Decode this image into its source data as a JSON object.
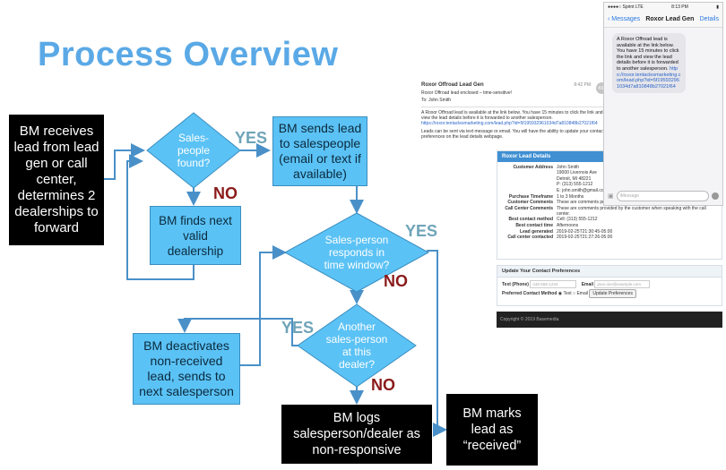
{
  "title": "Process Overview",
  "flow": {
    "receive": "BM receives lead from lead gen or call center, determines 2 dealerships to forward",
    "salespeople_found": "Sales-people found?",
    "send_lead": "BM sends lead to salespeople (email or text if available)",
    "find_next": "BM finds next valid dealership",
    "responds": "Sales-person responds in time window?",
    "another": "Another sales-person at this dealer?",
    "deactivate": "BM deactivates non-received lead, sends to next salesperson",
    "logs": "BM logs salesperson/dealer as non-responsive",
    "marks": "BM marks lead as “received”",
    "yes": "YES",
    "no": "NO"
  },
  "phone": {
    "carrier": "●●●●○ Sprint  LTE",
    "time": "8:13 PM",
    "battery": "▮",
    "back": "Messages",
    "contact": "Roxor Lead Gen",
    "details": "Details",
    "message": "A Roxor Offroad lead is available at the link below. You have 15 minutes to click the link and view the lead details before it is forwarded to another salesperson.",
    "link": "https://roxor.tentaclesmarketing.com/lead.php?id=5f195932961034d7a810848b27021f64",
    "input_placeholder": "iMessage"
  },
  "email": {
    "subject": "Roxor Offroad Lead Gen",
    "preview": "Roxor Offroad lead enclosed – time-sensitive!",
    "to_label": "To:",
    "to": "John Smith",
    "time": "8:42 PM",
    "avatar": "KW",
    "body": "A Roxor Offroad lead is available at the link below. You have 15 minutes to click the link and view the lead details before it is forwarded to another salesperson.",
    "link": "https://roxor.tentaclesmarketing.com/lead.php?id=5f195932961034d7a810848b27021f64",
    "footer": "Leads can be sent via text message or email. You will have the ability to update your contact preferences on the lead details webpage."
  },
  "lead_details": {
    "heading": "Roxor Lead Details",
    "rows": [
      {
        "label": "Customer Address",
        "value": "John Smith"
      },
      {
        "label": "",
        "value": "19000 Livernois Ave"
      },
      {
        "label": "",
        "value": "Detroit, MI 48221"
      },
      {
        "label": "",
        "value": "P: (313) 555-1212"
      },
      {
        "label": "",
        "value": "E: john.smith@gmail.com"
      },
      {
        "label": "Purchase Timeframe",
        "value": "1 to 3 Months"
      },
      {
        "label": "Customer Comments",
        "value": "These are comments provided by the customer when filling out the initial lead."
      },
      {
        "label": "Call Center Comments",
        "value": "These are comments provided by the customer when speaking with the call center."
      },
      {
        "label": "Best contact method",
        "value": "Cell: (313) 555-1212"
      },
      {
        "label": "Best contact time",
        "value": "Afternoons"
      },
      {
        "label": "Lead generated",
        "value": "2019-02-25T21:30:45-05:00"
      },
      {
        "label": "Call center contacted",
        "value": "2019-02-25T21:27:26-05:00"
      }
    ]
  },
  "preferences": {
    "heading": "Update Your Contact Preferences",
    "text_label": "Text (Phone)",
    "text_placeholder": "248-555-1234",
    "email_label": "Email",
    "email_placeholder": "jane.doe@example.com",
    "method_label": "Preferred Contact Method",
    "opt_text": "Text",
    "opt_email": "Email",
    "button": "Update Preferences"
  },
  "copyright": "Copyright © 2019 Basemedia",
  "colors": {
    "title": "#5aa9e6",
    "diamond": "#5bc2f5",
    "yes": "#6fa4b8",
    "no": "#8b1a1a"
  }
}
